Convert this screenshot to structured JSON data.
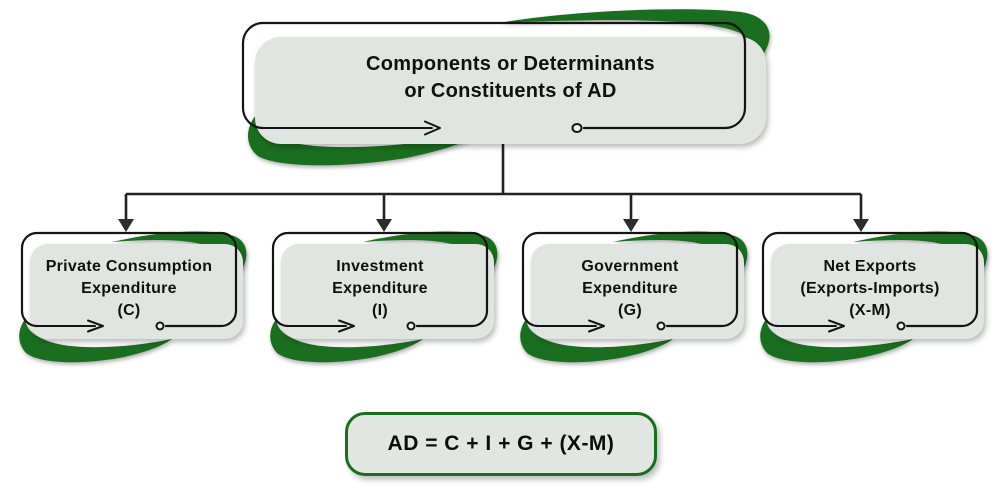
{
  "diagram": {
    "root": {
      "lines": [
        "Components or Determinants",
        "or Constituents of AD"
      ]
    },
    "children": [
      {
        "lines": [
          "Private Consumption",
          "Expenditure",
          "(C)"
        ]
      },
      {
        "lines": [
          "Investment",
          "Expenditure",
          "(I)"
        ]
      },
      {
        "lines": [
          "Government",
          "Expenditure",
          "(G)"
        ]
      },
      {
        "lines": [
          "Net Exports",
          "(Exports-Imports)",
          "(X-M)"
        ]
      }
    ],
    "formula": {
      "text": "AD = C + I + G + (X-M)"
    },
    "colors": {
      "accent_green": "#1b6e1f",
      "box_fill": "#e1e5e1",
      "outline_black": "#141414",
      "connector": "#222222"
    }
  }
}
